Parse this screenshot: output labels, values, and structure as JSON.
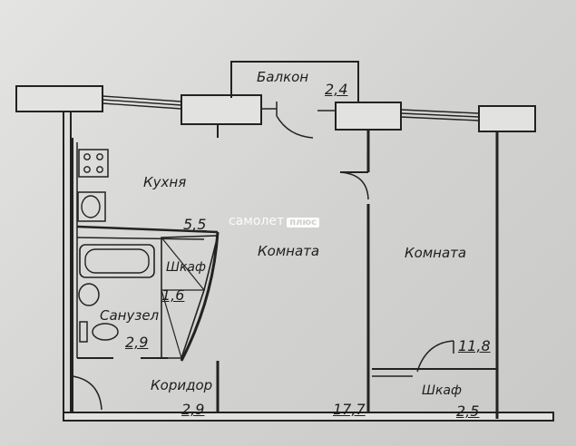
{
  "watermark": {
    "brand": "самолет",
    "badge": "плюс"
  },
  "rooms": {
    "balcony": {
      "label": "Балкон",
      "area": "2,4"
    },
    "kitchen": {
      "label": "Кухня",
      "area": "5,5"
    },
    "closet_small": {
      "label": "Шкаф",
      "area": "1,6"
    },
    "bathroom": {
      "label": "Санузел",
      "area": "2,9"
    },
    "corridor": {
      "label": "Коридор",
      "area": "2,9"
    },
    "room_main": {
      "label": "Комната",
      "area": "17,7"
    },
    "room_right": {
      "label": "Комната",
      "area": "11,8"
    },
    "closet_right": {
      "label": "Шкаф",
      "area": "2,5"
    }
  }
}
